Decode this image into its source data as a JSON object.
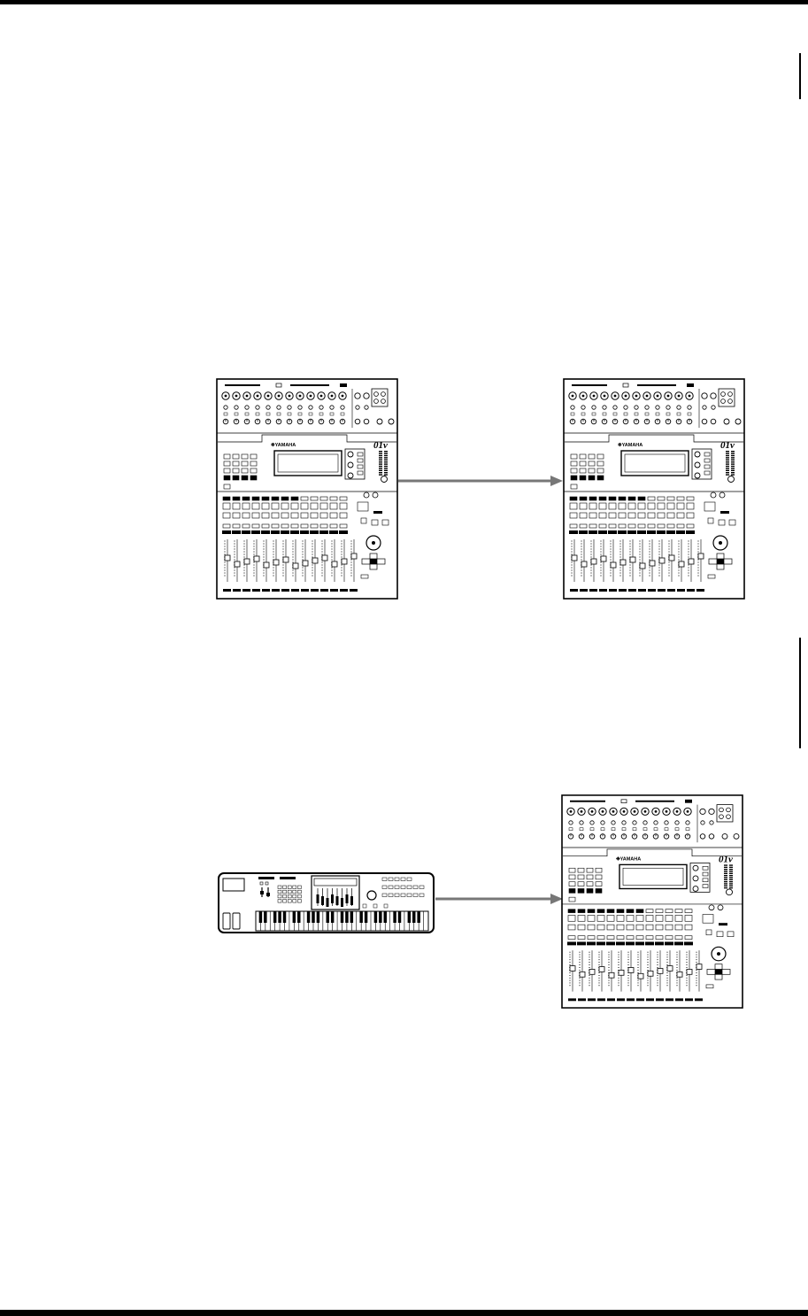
{
  "figures": [
    {
      "id": "mixer-to-mixer",
      "source": {
        "device": "mixer",
        "brand": "YAMAHA",
        "model": "01v"
      },
      "target": {
        "device": "mixer",
        "brand": "YAMAHA",
        "model": "01v"
      }
    },
    {
      "id": "keyboard-to-mixer",
      "source": {
        "device": "keyboard-synthesizer"
      },
      "target": {
        "device": "mixer",
        "brand": "YAMAHA",
        "model": "01v"
      }
    }
  ]
}
